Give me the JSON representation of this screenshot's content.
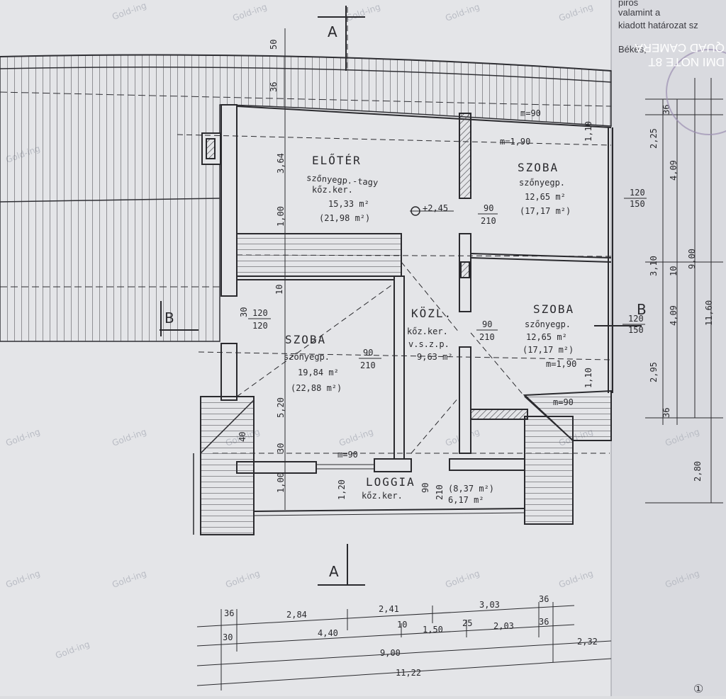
{
  "stamp": {
    "line1": "piros",
    "line2": "valamint a",
    "line3": "kiadott határozat sz",
    "line4": "Békés,",
    "camera_line1": "QUAD CAMERA",
    "camera_line2": "DMI NOTE 8T"
  },
  "watermark": "Gold-ing",
  "sections": {
    "a_top": "A",
    "a_bottom": "A",
    "b_left": "B",
    "b_right": "B"
  },
  "rooms": {
    "eloter": {
      "name": "ELŐTÉR",
      "floor": "szőnyegp.-tagy",
      "heating": "kőz.ker.",
      "area_net": "15,33 m²",
      "area_gross": "(21,98 m²)"
    },
    "szoba_ne": {
      "name": "SZOBA",
      "floor": "szőnyegp.",
      "area_net": "12,65 m²",
      "area_gross": "(17,17 m²)"
    },
    "szoba_e": {
      "name": "SZOBA",
      "floor": "szőnyegp.",
      "area_net": "12,65 m²",
      "area_gross": "(17,17 m²)"
    },
    "szoba_w": {
      "name": "SZOBA",
      "floor": "szőnyegp.",
      "area_net": "19,84 m²",
      "area_gross": "(22,88 m²)"
    },
    "kozl": {
      "name": "KÖZL.",
      "heating": "kőz.ker.",
      "floor": "v.s.z.p.",
      "area_net": "9,63 m²"
    },
    "loggia": {
      "name": "LOGGIA",
      "heating": "kőz.ker.",
      "area_net": "(8,37 m²)",
      "area_gross": "6,17 m²"
    }
  },
  "level_mark": "+2,45",
  "openings": {
    "d1_top": "90",
    "d1_bot": "210",
    "d2_top": "90",
    "d2_bot": "210",
    "d3_top": "90",
    "d3_bot": "210",
    "w1_top": "120",
    "w1_bot": "150",
    "w2_top": "120",
    "w2_bot": "150",
    "w3_top": "120",
    "w3_bot": "120",
    "m190_a": "m=1,90",
    "m190_b": "m=1,90",
    "m90_a": "m=90",
    "m90_b": "m=90",
    "m90_c": "m=90"
  },
  "dims_vertical_left": {
    "d50": "50",
    "d36": "36",
    "d364": "3,64",
    "d100": "1,00",
    "d10": "10",
    "d520": "5,20",
    "d30": "30",
    "d100b": "1,00",
    "d120": "1,20",
    "d30b": "30",
    "d40": "40",
    "d90": "90",
    "d210": "210"
  },
  "dims_vertical_right": {
    "d36": "36",
    "d225": "2,25",
    "d409a": "4,09",
    "d310": "3,10",
    "d10": "10",
    "d900": "9,00",
    "d409b": "4,09",
    "d1160": "11,60",
    "d295": "2,95",
    "d36b": "36",
    "d280": "2,80",
    "d110": "1,10",
    "d110b": "1,10"
  },
  "dims_bottom": {
    "r1": [
      "36",
      "2,84",
      "2,41",
      "3,03",
      "36"
    ],
    "r2": [
      "30",
      "4,40",
      "10",
      "1,50",
      "25",
      "2,03",
      "36"
    ],
    "r3_total": "9,00",
    "r3_extra": "2,32",
    "r4_total": "11,22"
  },
  "page_mark": "①"
}
